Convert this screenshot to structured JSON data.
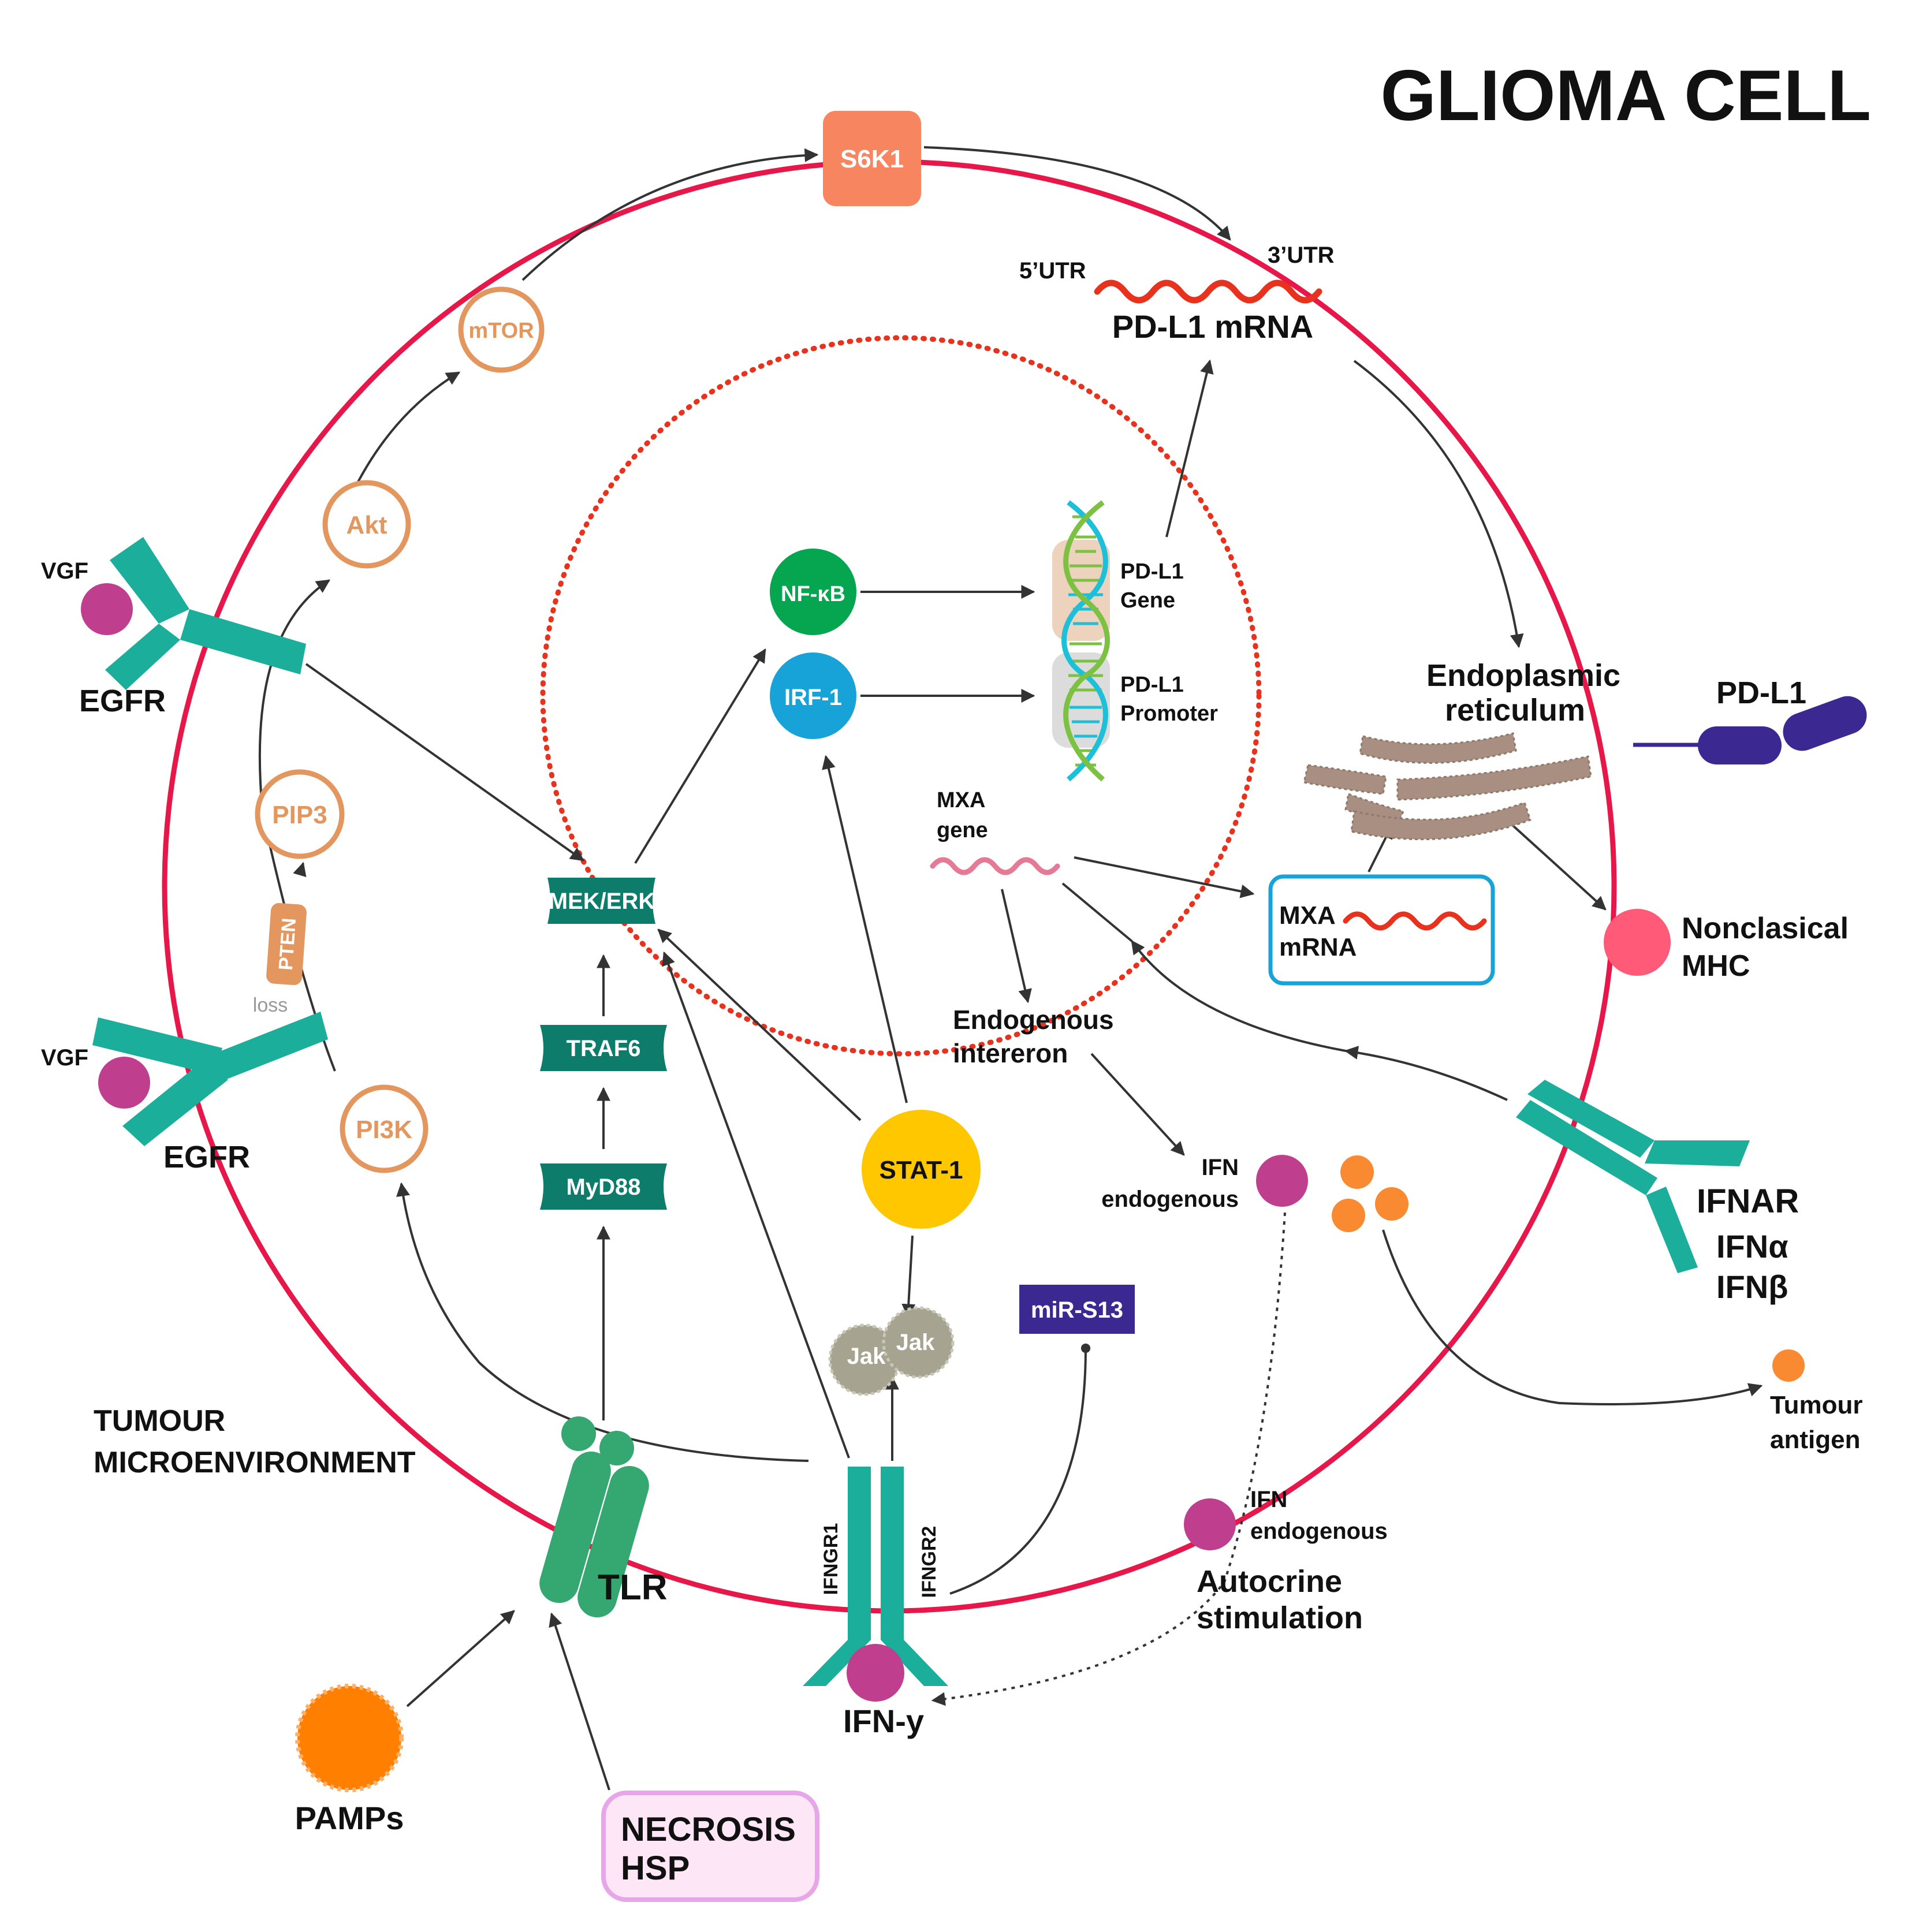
{
  "title": "GLIOMA CELL",
  "colors": {
    "membrane": "#e8174a",
    "nucleus": "#e8321e",
    "teal": "#1bae9b",
    "dark_teal": "#0d7c6a",
    "magenta": "#c03e8e",
    "tan": "#e3975f",
    "salmon": "#f78560",
    "green": "#06a650",
    "blue": "#17a2d8",
    "yellow": "#ffc700",
    "orange": "#ff7f00",
    "purple": "#3c2891",
    "pink": "#ff5a78",
    "er": "#a88f82",
    "gray": "#a6a490",
    "tlr": "#34a870"
  },
  "labels": {
    "s6k1": "S6K1",
    "mtor": "mTOR",
    "akt": "Akt",
    "pip3": "PIP3",
    "pten": "PTEN",
    "loss": "loss",
    "pi3k": "PI3K",
    "vgf_top": "VGF",
    "vgf_bottom": "VGF",
    "egfr_top": "EGFR",
    "egfr_bottom": "EGFR",
    "mek_erk": "MEK/ERK",
    "traf6": "TRAF6",
    "myd88": "MyD88",
    "nfkb": "NF-κB",
    "irf1": "IRF-1",
    "stat1": "STAT-1",
    "jak1": "Jak",
    "jak2": "Jak",
    "mir513": "miR-S13",
    "utr5": "5’UTR",
    "utr3": "3’UTR",
    "pdl1_mrna": "PD-L1 mRNA",
    "pdl1_gene_1": "PD-L1",
    "pdl1_gene_2": "Gene",
    "pdl1_prom_1": "PD-L1",
    "pdl1_prom_2": "Promoter",
    "mxa_gene_1": "MXA",
    "mxa_gene_2": "gene",
    "mxa_mrna_1": "MXA",
    "mxa_mrna_2": "mRNA",
    "er_1": "Endoplasmic",
    "er_2": "reticulum",
    "pdl1": "PD-L1",
    "mhc_1": "Nonclasical",
    "mhc_2": "MHC",
    "endo_1": "Endogenous",
    "endo_2": "intereron",
    "ifn_endo_1": "IFN",
    "ifn_endo_2": "endogenous",
    "ifnar": "IFNAR",
    "ifna": "IFNα",
    "ifnb": "IFNβ",
    "tumour_antigen_1": "Tumour",
    "tumour_antigen_2": "antigen",
    "tme_1": "TUMOUR",
    "tme_2": "MICROENVIRONMENT",
    "tlr": "TLR",
    "ifngr1": "IFNGR1",
    "ifngr2": "IFNGR2",
    "ifn_out_1": "IFN",
    "ifn_out_2": "endogenous",
    "autocrine_1": "Autocrine",
    "autocrine_2": "stimulation",
    "ifn_y": "IFN-y",
    "pamps": "PAMPs",
    "necrosis_1": "NECROSIS",
    "necrosis_2": "HSP"
  }
}
